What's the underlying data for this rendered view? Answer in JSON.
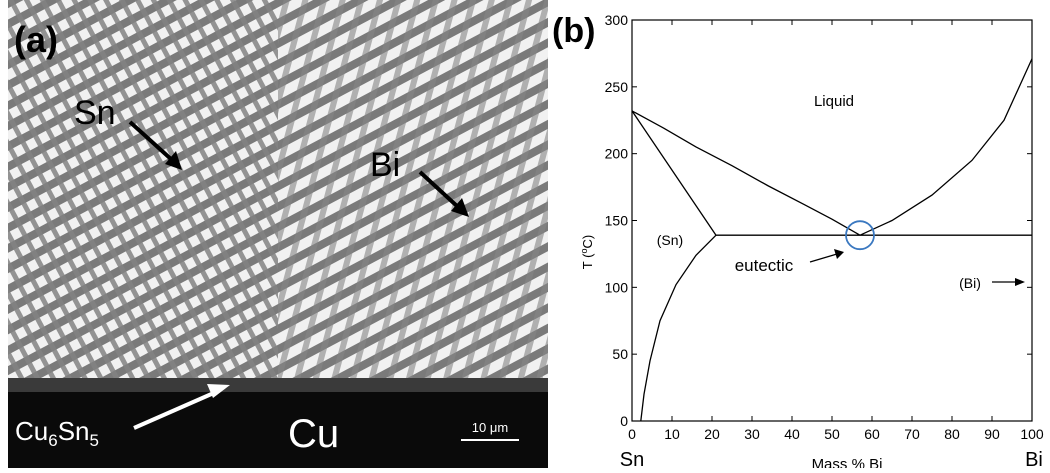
{
  "panel_a": {
    "label": "(a)",
    "phase_sn": "Sn",
    "phase_bi": "Bi",
    "imc_base": "Cu",
    "imc_sub1": "6",
    "imc_mid": "Sn",
    "imc_sub2": "5",
    "substrate": "Cu",
    "scale_bar": "10 μm"
  },
  "panel_b": {
    "label": "(b)",
    "liquid": "Liquid",
    "sn_phase": "(Sn)",
    "bi_phase": "(Bi)",
    "eutectic": "eutectic",
    "ylabel_main": "T (",
    "ylabel_sup": "o",
    "ylabel_end": "C)",
    "xlabel": "Mass % Bi",
    "left_element": "Sn",
    "right_element": "Bi"
  },
  "chart_data": {
    "type": "line",
    "xlim": [
      0,
      100
    ],
    "ylim": [
      0,
      300
    ],
    "x_ticks": [
      0,
      10,
      20,
      30,
      40,
      50,
      60,
      70,
      80,
      90,
      100
    ],
    "y_ticks": [
      0,
      50,
      100,
      150,
      200,
      250,
      300
    ],
    "grid": false,
    "series": [
      {
        "points": [
          [
            0,
            232
          ],
          [
            8,
            219
          ],
          [
            16,
            205
          ],
          [
            25,
            191
          ],
          [
            34,
            176
          ],
          [
            43,
            162
          ],
          [
            50,
            151
          ],
          [
            57,
            139
          ]
        ]
      },
      {
        "points": [
          [
            57,
            139
          ],
          [
            65,
            150
          ],
          [
            75,
            169
          ],
          [
            85,
            195
          ],
          [
            93,
            225
          ],
          [
            100,
            271
          ]
        ]
      },
      {
        "points": [
          [
            0,
            232
          ],
          [
            21,
            139
          ]
        ]
      },
      {
        "points": [
          [
            21,
            139
          ],
          [
            100,
            139
          ]
        ]
      },
      {
        "points": [
          [
            2.2,
            0
          ],
          [
            3,
            20
          ],
          [
            4.5,
            45
          ],
          [
            7,
            75
          ],
          [
            11,
            102
          ],
          [
            16,
            124
          ],
          [
            21,
            139
          ]
        ]
      }
    ],
    "eutectic_point": [
      57,
      139
    ]
  }
}
